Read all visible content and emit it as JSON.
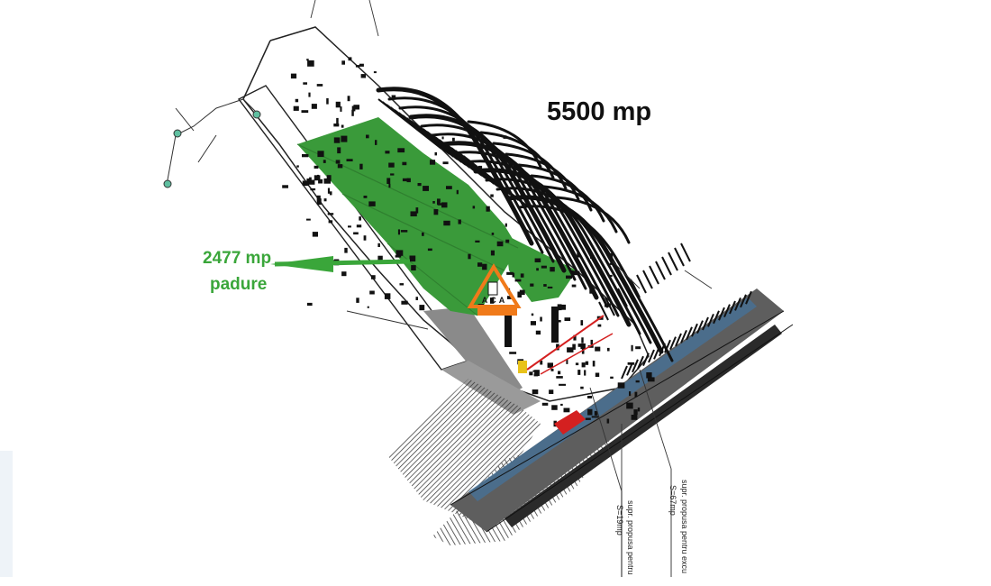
{
  "labels": {
    "total_area": "5500 mp",
    "forest_area": "2477 mp",
    "forest_word": "padure",
    "note_right_1": "supr. propusa pentru excu",
    "note_right_2": "S=67mp",
    "note_left_1": "supr. propusa pentru",
    "note_left_2": "S=19mp"
  },
  "logo": {
    "letters": "ACA",
    "icon": "warning-triangle-logo",
    "color": "#f07a1a"
  },
  "colors": {
    "forest": "#3a9a3a",
    "forest_dark": "#2f7f2f",
    "arrow": "#3aa63a",
    "label_green": "#3aa63a",
    "road": "#6e6e6e",
    "hatch": "#333333",
    "water": "#3c7ab0",
    "red_object": "#d42020",
    "yellow_object": "#e8c21a",
    "survey_points": "#5fbfa0"
  }
}
